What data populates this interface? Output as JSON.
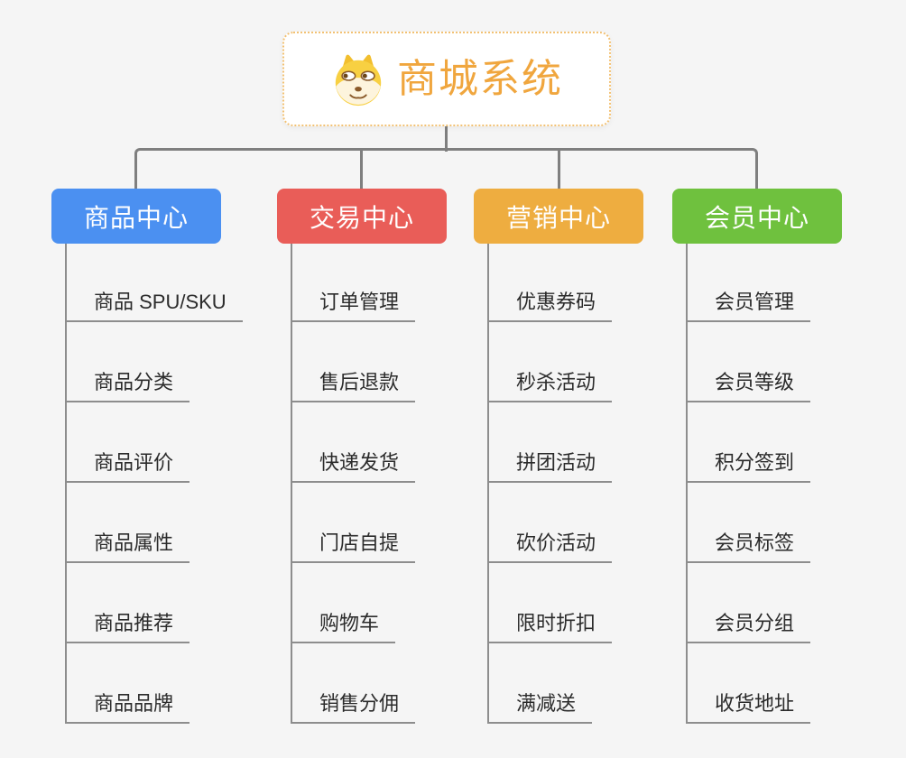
{
  "root": {
    "title": "商城系统",
    "icon": "doge-icon"
  },
  "colors": {
    "background": "#f5f5f5",
    "root_text": "#f0a63e",
    "root_border": "#f2c173",
    "connector": "#7f7f7f",
    "item_underline": "#8d8d8d",
    "item_text": "#2b2b2b",
    "branch_product": "#4b90f1",
    "branch_trade": "#e95d58",
    "branch_marketing": "#eead40",
    "branch_member": "#6fc13e"
  },
  "branches": [
    {
      "label": "商品中心",
      "color": "#4b90f1",
      "items": [
        "商品 SPU/SKU",
        "商品分类",
        "商品评价",
        "商品属性",
        "商品推荐",
        "商品品牌"
      ]
    },
    {
      "label": "交易中心",
      "color": "#e95d58",
      "items": [
        "订单管理",
        "售后退款",
        "快递发货",
        "门店自提",
        "购物车",
        "销售分佣"
      ]
    },
    {
      "label": "营销中心",
      "color": "#eead40",
      "items": [
        "优惠券码",
        "秒杀活动",
        "拼团活动",
        "砍价活动",
        "限时折扣",
        "满减送"
      ]
    },
    {
      "label": "会员中心",
      "color": "#6fc13e",
      "items": [
        "会员管理",
        "会员等级",
        "积分签到",
        "会员标签",
        "会员分组",
        "收货地址"
      ]
    }
  ]
}
